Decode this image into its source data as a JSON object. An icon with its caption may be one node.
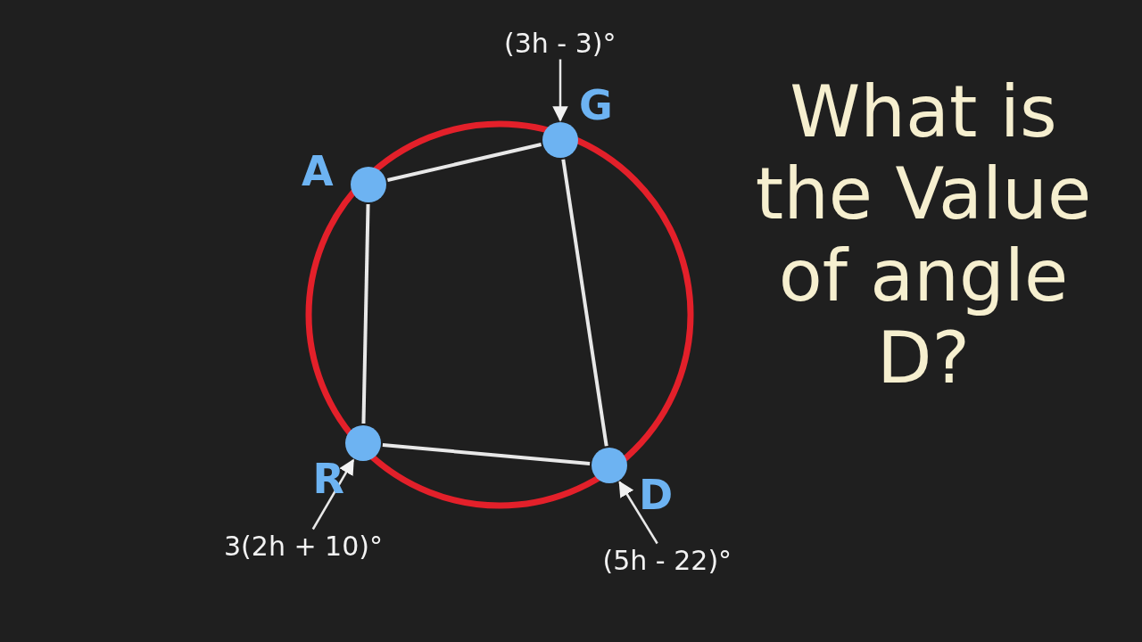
{
  "diagram": {
    "title": "What is the Value of angle D?",
    "nodes": [
      {
        "text": [
          "(3h - 3)°"
        ]
      },
      {
        "text": [],
        "shape": "circle",
        "beside": [
          "G"
        ]
      },
      {
        "text": [],
        "shape": "circle",
        "beside": [
          "A"
        ]
      },
      {
        "text": [],
        "shape": "circle",
        "beside": [
          "R"
        ]
      },
      {
        "text": [],
        "shape": "circle",
        "beside": [
          "D"
        ]
      },
      {
        "text": [
          "3(2h + 10)°"
        ]
      },
      {
        "text": [
          "(5h - 22)°"
        ]
      }
    ],
    "edges": [
      {
        "from": 2,
        "to": 1,
        "arrow": "none"
      },
      {
        "from": 1,
        "to": 4,
        "arrow": "none"
      },
      {
        "from": 4,
        "to": 3,
        "arrow": "none"
      },
      {
        "from": 3,
        "to": 2,
        "arrow": "none"
      },
      {
        "from": 0,
        "to": 1,
        "arrow": "to"
      },
      {
        "from": 5,
        "to": 3,
        "arrow": "to"
      },
      {
        "from": 6,
        "to": 4,
        "arrow": "to"
      }
    ]
  }
}
